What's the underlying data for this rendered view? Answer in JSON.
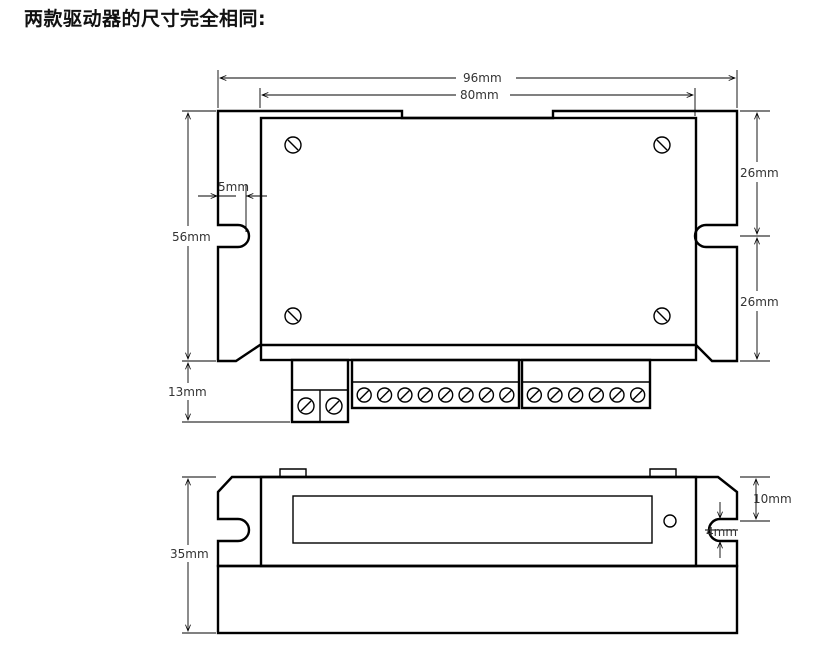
{
  "title": "两款驱动器的尺寸完全相同:",
  "dimensions": {
    "width_overall": "96mm",
    "width_inner": "80mm",
    "height_body": "56mm",
    "ear_width": "5mm",
    "slot_to_top": "26mm",
    "slot_to_bottom": "26mm",
    "terminal_height": "13mm",
    "depth": "35mm",
    "side_slot_height": "10mm",
    "slot_width": "4mm"
  },
  "terminals": {
    "power_count": 2,
    "block_a_count": 8,
    "block_b_count": 6
  }
}
